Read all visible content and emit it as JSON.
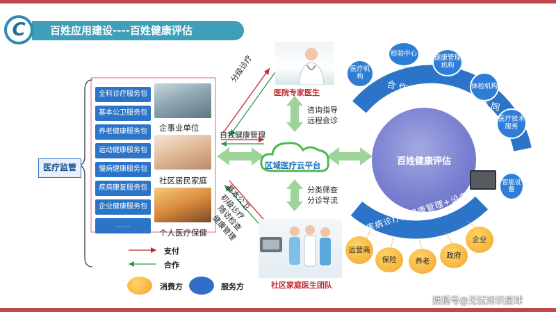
{
  "header": {
    "logo_letter": "C",
    "title": "百姓应用建设----百姓健康评估"
  },
  "left": {
    "regulation": "医疗监管",
    "services": [
      "全科诊疗服务包",
      "基本公卫服务包",
      "养老健康服务包",
      "运动健康服务包",
      "慢病健康服务包",
      "疾病康复服务包",
      "企业健康服务包",
      "……"
    ],
    "groups": [
      "企事业单位",
      "社区居民家庭",
      "个人医疗保健"
    ]
  },
  "center": {
    "cloud": "区域医疗云平台",
    "expert": "医院专家医生",
    "team": "社区家庭医生团队",
    "tiered": "分级诊疗",
    "consult": [
      "咨询指导",
      "远程会诊"
    ],
    "self_mgmt": "自我健康管理",
    "basic": [
      "基本公卫",
      "初级诊疗"
    ],
    "followup": [
      "随访检查",
      "健康管理"
    ],
    "screening": [
      "分类筛查",
      "分诊导流"
    ]
  },
  "right": {
    "core": "百姓健康评估",
    "top_arc": "合作医疗健康资源协同",
    "bottom_arc": "疾病诊疗及健康管理+设备",
    "service_nodes": [
      "医疗机构",
      "检验中心",
      "健康管理机构",
      "体检机构",
      "医疗技术服务"
    ],
    "consumer_nodes": [
      "运营商",
      "保险",
      "养老",
      "政府",
      "企业"
    ],
    "device": "智能设备"
  },
  "legend": {
    "pay": "支付",
    "coop": "合作",
    "consumer": "消费方",
    "provider": "服务方"
  },
  "watermark": "搜狐号@无忧知识星球",
  "colors": {
    "accent": "#2b74c7",
    "band": "#3d9fb8",
    "red": "#c0282d",
    "green": "#2e9a46",
    "orange": "#f3a52a"
  }
}
